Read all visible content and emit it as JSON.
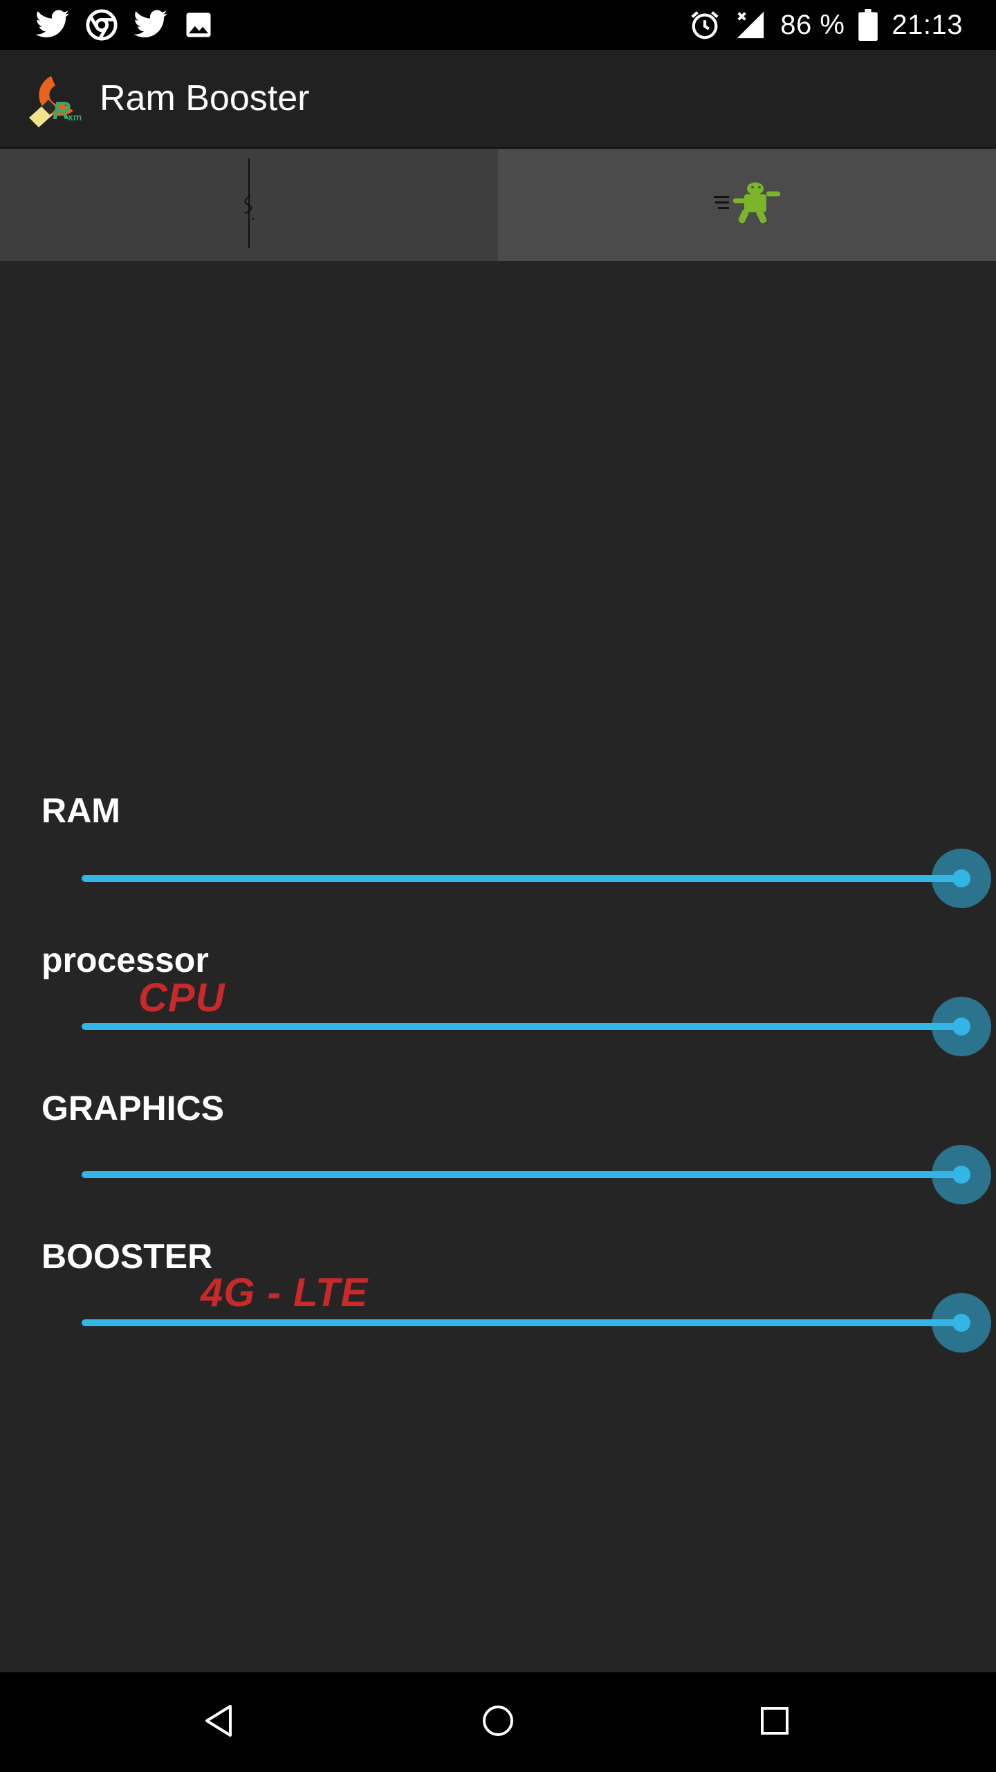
{
  "status_bar": {
    "battery_percent": "86 %",
    "time": "21:13",
    "left_icons": [
      "twitter-icon",
      "chrome-icon",
      "twitter-icon",
      "image-icon"
    ],
    "right_icons": [
      "alarm-icon",
      "signal-no-data-icon",
      "battery-icon"
    ]
  },
  "app_bar": {
    "title": "Ram Booster",
    "logo_icon": "ram-booster-logo-icon"
  },
  "tabs": [
    {
      "icon": "gauge-needle-icon",
      "selected": false
    },
    {
      "icon": "running-android-icon",
      "selected": true
    }
  ],
  "sliders": [
    {
      "label": "RAM",
      "sub_label": "",
      "value_percent": 100
    },
    {
      "label": "processor",
      "sub_label": "CPU",
      "value_percent": 100
    },
    {
      "label": "GRAPHICS",
      "sub_label": "",
      "value_percent": 100
    },
    {
      "label": "BOOSTER",
      "sub_label": "4G - LTE",
      "value_percent": 100
    }
  ],
  "colors": {
    "accent": "#33b5e5",
    "sub_label": "#c9292b",
    "background": "#252525"
  },
  "nav_bar": {
    "icons": [
      "back-icon",
      "home-icon",
      "recents-icon"
    ]
  }
}
